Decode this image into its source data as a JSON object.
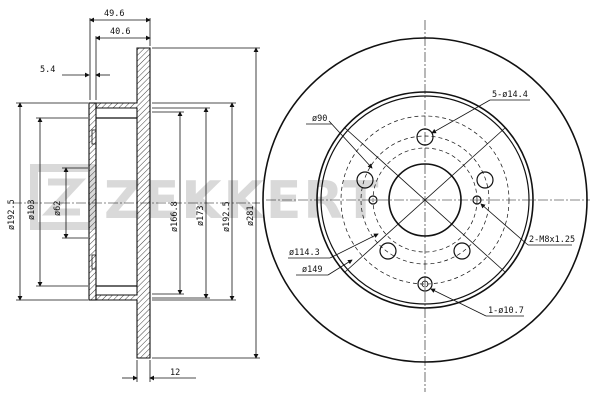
{
  "watermark": {
    "text": "ZEKKERT",
    "color": "#d9d9d9"
  },
  "side_view": {
    "dims": {
      "total_width": "49.6",
      "hat_depth": "40.6",
      "offset": "5.4",
      "thickness": "12",
      "d_outer": "ø192.5",
      "d_inner": "ø103",
      "d_bore": "ø62",
      "d_mid": "ø166.8",
      "d_hat": "ø173",
      "d_outer2": "ø192.5",
      "d_disc": "ø281"
    }
  },
  "front_view": {
    "labels": {
      "pcd": "ø90",
      "bolt_holes": "5-ø14.4",
      "pcd2": "ø114.3",
      "pcd3": "ø149",
      "threads": "2-M8x1.25",
      "locator": "1-ø10.7"
    }
  }
}
